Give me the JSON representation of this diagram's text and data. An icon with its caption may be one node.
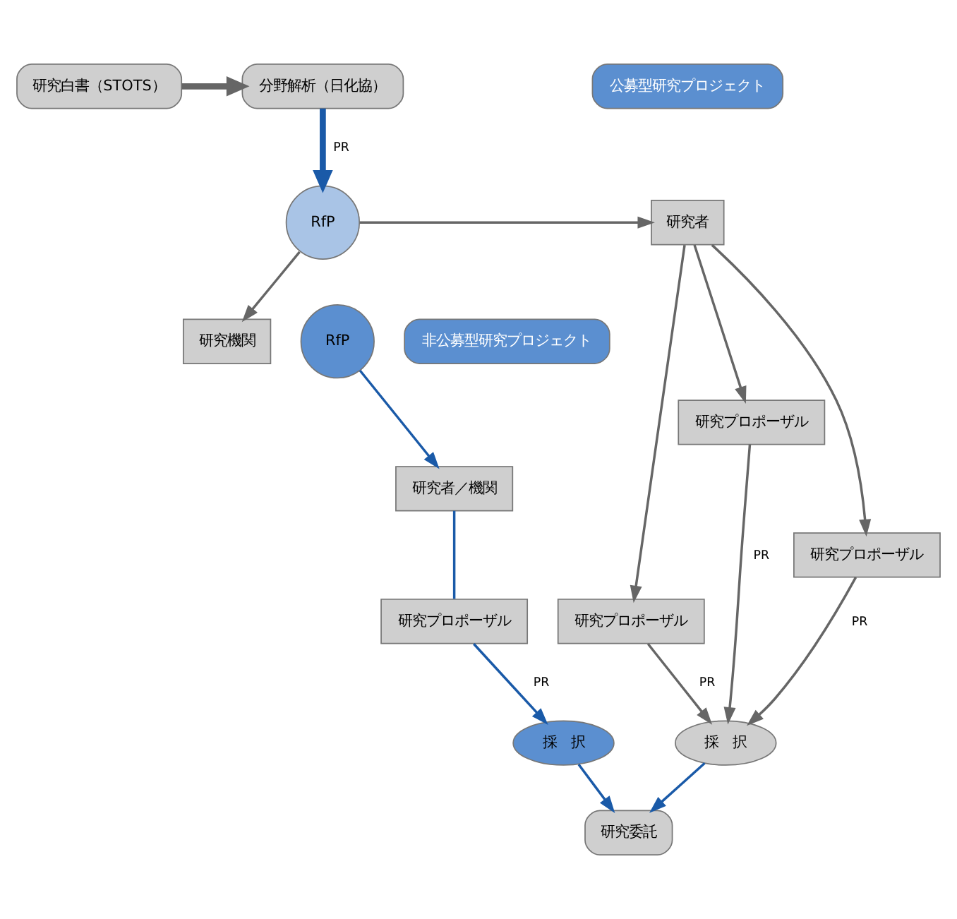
{
  "diagram": {
    "nodes": [
      {
        "text": [
          "研究白書（STOTS）"
        ]
      },
      {
        "text": [
          "分野解析（日化協）"
        ]
      },
      {
        "text": [
          "公募型研究プロジェクト"
        ]
      },
      {
        "text": [
          "RfP"
        ]
      },
      {
        "text": [
          "研究者"
        ]
      },
      {
        "text": [
          "研究機関"
        ]
      },
      {
        "text": [
          "RfP"
        ]
      },
      {
        "text": [
          "非公募型研究プロジェクト"
        ]
      },
      {
        "text": [
          "研究者／機関"
        ]
      },
      {
        "text": [
          "研究プロポーザル"
        ]
      },
      {
        "text": [
          "研究プロポーザル"
        ]
      },
      {
        "text": [
          "研究プロポーザル"
        ]
      },
      {
        "text": [
          "研究プロポーザル"
        ]
      },
      {
        "text": [
          "採　択"
        ]
      },
      {
        "text": [
          "採　択"
        ]
      },
      {
        "text": [
          "研究委託"
        ]
      }
    ],
    "edges": [
      {
        "from": 0,
        "to": 1,
        "arrow": "to",
        "style": "thick"
      },
      {
        "from": 1,
        "to": 3,
        "arrow": "to",
        "label": "PR",
        "style": "thick",
        "color": "#1a5aa8"
      },
      {
        "from": 3,
        "to": 4,
        "arrow": "to"
      },
      {
        "from": 3,
        "to": 5,
        "arrow": "to"
      },
      {
        "from": 4,
        "to": 10,
        "arrow": "to"
      },
      {
        "from": 4,
        "to": 11,
        "arrow": "to"
      },
      {
        "from": 4,
        "to": 12,
        "arrow": "to"
      },
      {
        "from": 6,
        "to": 8,
        "arrow": "to",
        "color": "#1a5aa8"
      },
      {
        "from": 8,
        "to": 9,
        "arrow": "none",
        "color": "#1a5aa8"
      },
      {
        "from": 9,
        "to": 13,
        "arrow": "to",
        "label": "PR",
        "color": "#1a5aa8"
      },
      {
        "from": 10,
        "to": 14,
        "arrow": "to",
        "label": "PR"
      },
      {
        "from": 11,
        "to": 14,
        "arrow": "to",
        "label": "PR"
      },
      {
        "from": 12,
        "to": 14,
        "arrow": "to",
        "label": "PR"
      },
      {
        "from": 13,
        "to": 15,
        "arrow": "to",
        "color": "#1a5aa8"
      },
      {
        "from": 14,
        "to": 15,
        "arrow": "to",
        "color": "#1a5aa8"
      }
    ]
  }
}
